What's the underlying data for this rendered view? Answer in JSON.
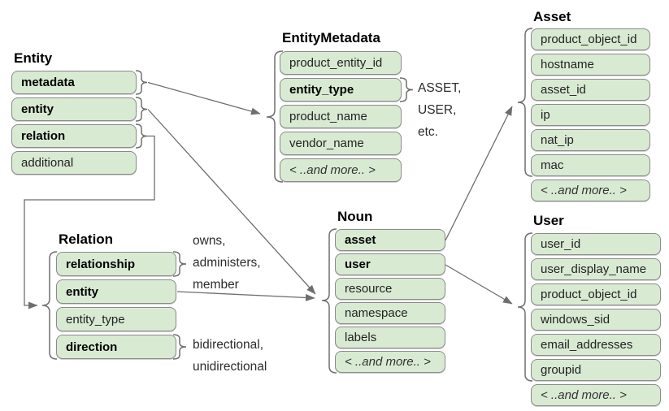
{
  "tables": {
    "entity": {
      "title": "Entity",
      "rows": [
        {
          "label": "metadata",
          "style": "bold"
        },
        {
          "label": "entity",
          "style": "bold"
        },
        {
          "label": "relation",
          "style": "bold"
        },
        {
          "label": "additional",
          "style": "normal"
        }
      ]
    },
    "entity_metadata": {
      "title": "EntityMetadata",
      "rows": [
        {
          "label": "product_entity_id",
          "style": "normal"
        },
        {
          "label": "entity_type",
          "style": "bold"
        },
        {
          "label": "product_name",
          "style": "normal"
        },
        {
          "label": "vendor_name",
          "style": "normal"
        },
        {
          "label": "< ..and more.. >",
          "style": "more"
        }
      ]
    },
    "asset": {
      "title": "Asset",
      "rows": [
        {
          "label": "product_object_id",
          "style": "normal"
        },
        {
          "label": "hostname",
          "style": "normal"
        },
        {
          "label": "asset_id",
          "style": "normal"
        },
        {
          "label": "ip",
          "style": "normal"
        },
        {
          "label": "nat_ip",
          "style": "normal"
        },
        {
          "label": "mac",
          "style": "normal"
        },
        {
          "label": "< ..and more.. >",
          "style": "more"
        }
      ]
    },
    "user": {
      "title": "User",
      "rows": [
        {
          "label": "user_id",
          "style": "normal"
        },
        {
          "label": "user_display_name",
          "style": "normal"
        },
        {
          "label": "product_object_id",
          "style": "normal"
        },
        {
          "label": "windows_sid",
          "style": "normal"
        },
        {
          "label": "email_addresses",
          "style": "normal"
        },
        {
          "label": "groupid",
          "style": "normal"
        },
        {
          "label": "< ..and more.. >",
          "style": "more"
        }
      ]
    },
    "relation": {
      "title": "Relation",
      "rows": [
        {
          "label": "relationship",
          "style": "bold"
        },
        {
          "label": "entity",
          "style": "bold"
        },
        {
          "label": "entity_type",
          "style": "normal"
        },
        {
          "label": "direction",
          "style": "bold"
        }
      ]
    },
    "noun": {
      "title": "Noun",
      "rows": [
        {
          "label": "asset",
          "style": "bold"
        },
        {
          "label": "user",
          "style": "bold"
        },
        {
          "label": "resource",
          "style": "normal"
        },
        {
          "label": "namespace",
          "style": "normal"
        },
        {
          "label": "labels",
          "style": "normal"
        },
        {
          "label": "< ..and more.. >",
          "style": "more"
        }
      ]
    }
  },
  "annotations": {
    "entity_type_values": [
      "ASSET,",
      "USER,",
      "etc."
    ],
    "relationship_values": [
      "owns,",
      "administers,",
      "member"
    ],
    "direction_values": [
      "bidirectional,",
      "unidirectional"
    ]
  },
  "colors": {
    "row_fill": "#d9ead3",
    "row_border": "#8a8a8a",
    "connector": "#6e6e6e",
    "text": "#1a1a1a"
  }
}
